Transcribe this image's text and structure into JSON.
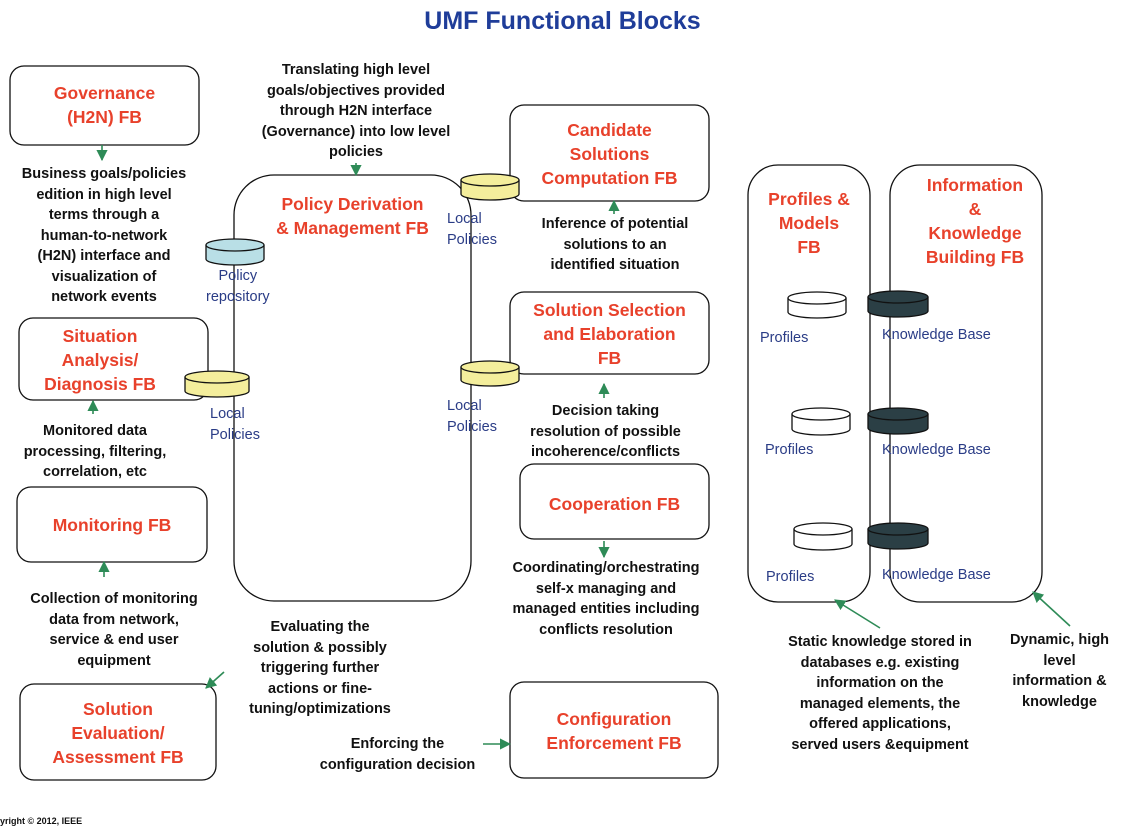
{
  "title": "UMF Functional Blocks",
  "blocks": {
    "governance": "Governance\n(H2N) FB",
    "policy_derivation": "Policy Derivation\n& Management FB",
    "candidate_solutions": "Candidate\nSolutions\nComputation FB",
    "solution_selection": "Solution Selection\nand Elaboration\nFB",
    "situation_analysis": "Situation\nAnalysis/\nDiagnosis FB",
    "monitoring": "Monitoring FB",
    "cooperation": "Cooperation FB",
    "solution_evaluation": "Solution\nEvaluation/\nAssessment FB",
    "configuration": "Configuration\nEnforcement FB",
    "profiles_models": "Profiles &\nModels\nFB",
    "information_knowledge": "Information\n&\nKnowledge\nBuilding  FB"
  },
  "descriptions": {
    "translating": "Translating high level\ngoals/objectives provided\nthrough H2N interface\n(Governance) into low level\npolicies",
    "business_goals": "Business goals/policies\nedition in high level\nterms through a\nhuman-to-network\n(H2N) interface and\nvisualization of\nnetwork events",
    "inference": "Inference of potential\nsolutions to an\nidentified situation",
    "monitored": "Monitored data\nprocessing, filtering,\ncorrelation, etc",
    "decision": "Decision taking\nresolution of possible\nincoherence/conflicts",
    "collection": "Collection of monitoring\ndata from network,\nservice & end user\nequipment",
    "coordinating": "Coordinating/orchestrating\nself-x managing and\nmanaged entities including\nconflicts resolution",
    "evaluating": "Evaluating the\nsolution & possibly\ntriggering further\nactions or fine-\ntuning/optimizations",
    "enforcing": "Enforcing the\nconfiguration decision",
    "static_knowledge": "Static knowledge stored in\ndatabases e.g. existing\ninformation on the\nmanaged elements, the\noffered applications,\nserved users &equipment",
    "dynamic": "Dynamic, high\nlevel\ninformation &\nknowledge"
  },
  "databases": {
    "policy_repository": "Policy\nrepository",
    "local_policies": "Local\nPolicies",
    "profiles": "Profiles",
    "knowledge_base": "Knowledge Base"
  },
  "colors": {
    "title": "#1f3d99",
    "block_label": "#e8412b",
    "db_label": "#2a3c86",
    "arrow": "#2e8b57",
    "db_yellow": "#f4ee9c",
    "db_blue": "#b9dfe6",
    "db_dark": "#2b3f45"
  },
  "copyright": "yright © 2012, IEEE"
}
